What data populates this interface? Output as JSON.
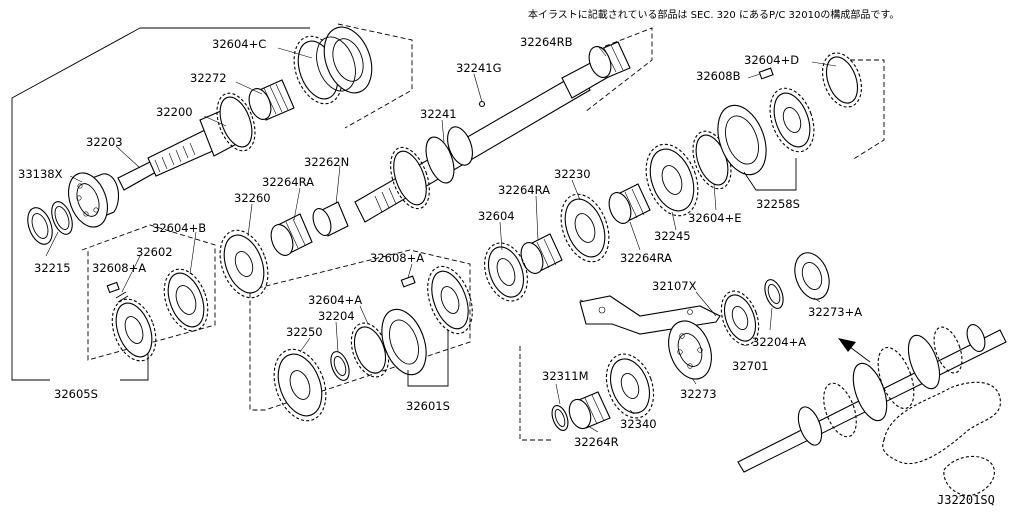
{
  "header": {
    "note": "本イラストに記載されている部品は SEC. 320 にあるP/C 32010の構成部品です。"
  },
  "catalog_code": "J32201SQ",
  "labels": {
    "p32604c": "32604+C",
    "p32272": "32272",
    "p32200": "32200",
    "p32203": "32203",
    "p33138x": "33138X",
    "p32215": "32215",
    "p32604b": "32604+B",
    "p32602": "32602",
    "p32608a_left": "32608+A",
    "p32605s": "32605S",
    "p32241g": "32241G",
    "p32241": "32241",
    "p32262n": "32262N",
    "p32264ra_a": "32264RA",
    "p32260": "32260",
    "p32264rb": "32264RB",
    "p32230": "32230",
    "p32264ra_b": "32264RA",
    "p32604": "32604",
    "p32264ra_c": "32264RA",
    "p32245": "32245",
    "p32604e": "32604+E",
    "p32258s": "32258S",
    "p32604d": "32604+D",
    "p32608b": "32608B",
    "p32608a_mid": "32608+A",
    "p32604a": "32604+A",
    "p32204": "32204",
    "p32250": "32250",
    "p32601s": "32601S",
    "p32107x": "32107X",
    "p32273a": "32273+A",
    "p32204a": "32204+A",
    "p32701": "32701",
    "p32273": "32273",
    "p32311m": "32311M",
    "p32340": "32340",
    "p32264r": "32264R"
  }
}
